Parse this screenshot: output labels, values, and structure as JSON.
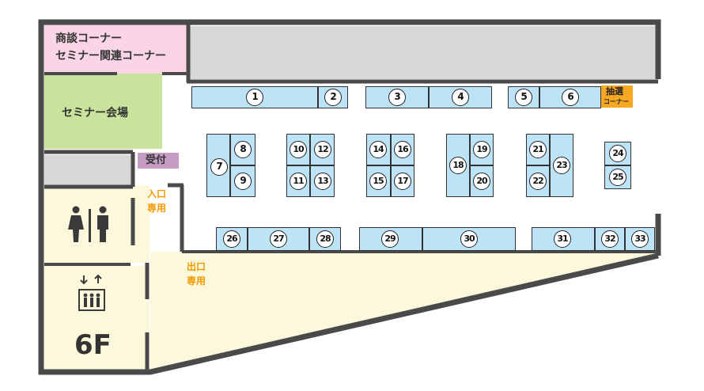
{
  "floor_label": "6F",
  "areas": {
    "business_corner": [
      "商談コーナー",
      "セミナー関連コーナー"
    ],
    "seminar_hall": "セミナー会場",
    "reception": "受付",
    "entrance_only": [
      "入口",
      "専用"
    ],
    "exit_only": [
      "出口",
      "専用"
    ],
    "lottery_corner": [
      "抽選",
      "コーナー"
    ]
  },
  "icons": {
    "restroom": "restroom-icon",
    "elevator": "elevator-icon"
  },
  "colors": {
    "booth": "#bde3f7",
    "business_corner": "#f9d5e5",
    "seminar_hall": "#c9e29c",
    "reception": "#c69bc4",
    "lottery": "#f7a823",
    "restroom_area": "#fcf8dc",
    "stage_gray": "#d7d7d7",
    "wall": "#4a4a4a",
    "accent_text": "#f39800"
  },
  "booths": [
    {
      "n": "1"
    },
    {
      "n": "2"
    },
    {
      "n": "3"
    },
    {
      "n": "4"
    },
    {
      "n": "5"
    },
    {
      "n": "6"
    },
    {
      "n": "7"
    },
    {
      "n": "8"
    },
    {
      "n": "9"
    },
    {
      "n": "10"
    },
    {
      "n": "11"
    },
    {
      "n": "12"
    },
    {
      "n": "13"
    },
    {
      "n": "14"
    },
    {
      "n": "15"
    },
    {
      "n": "16"
    },
    {
      "n": "17"
    },
    {
      "n": "18"
    },
    {
      "n": "19"
    },
    {
      "n": "20"
    },
    {
      "n": "21"
    },
    {
      "n": "22"
    },
    {
      "n": "23"
    },
    {
      "n": "24"
    },
    {
      "n": "25"
    },
    {
      "n": "26"
    },
    {
      "n": "27"
    },
    {
      "n": "28"
    },
    {
      "n": "29"
    },
    {
      "n": "30"
    },
    {
      "n": "31"
    },
    {
      "n": "32"
    },
    {
      "n": "33"
    }
  ]
}
